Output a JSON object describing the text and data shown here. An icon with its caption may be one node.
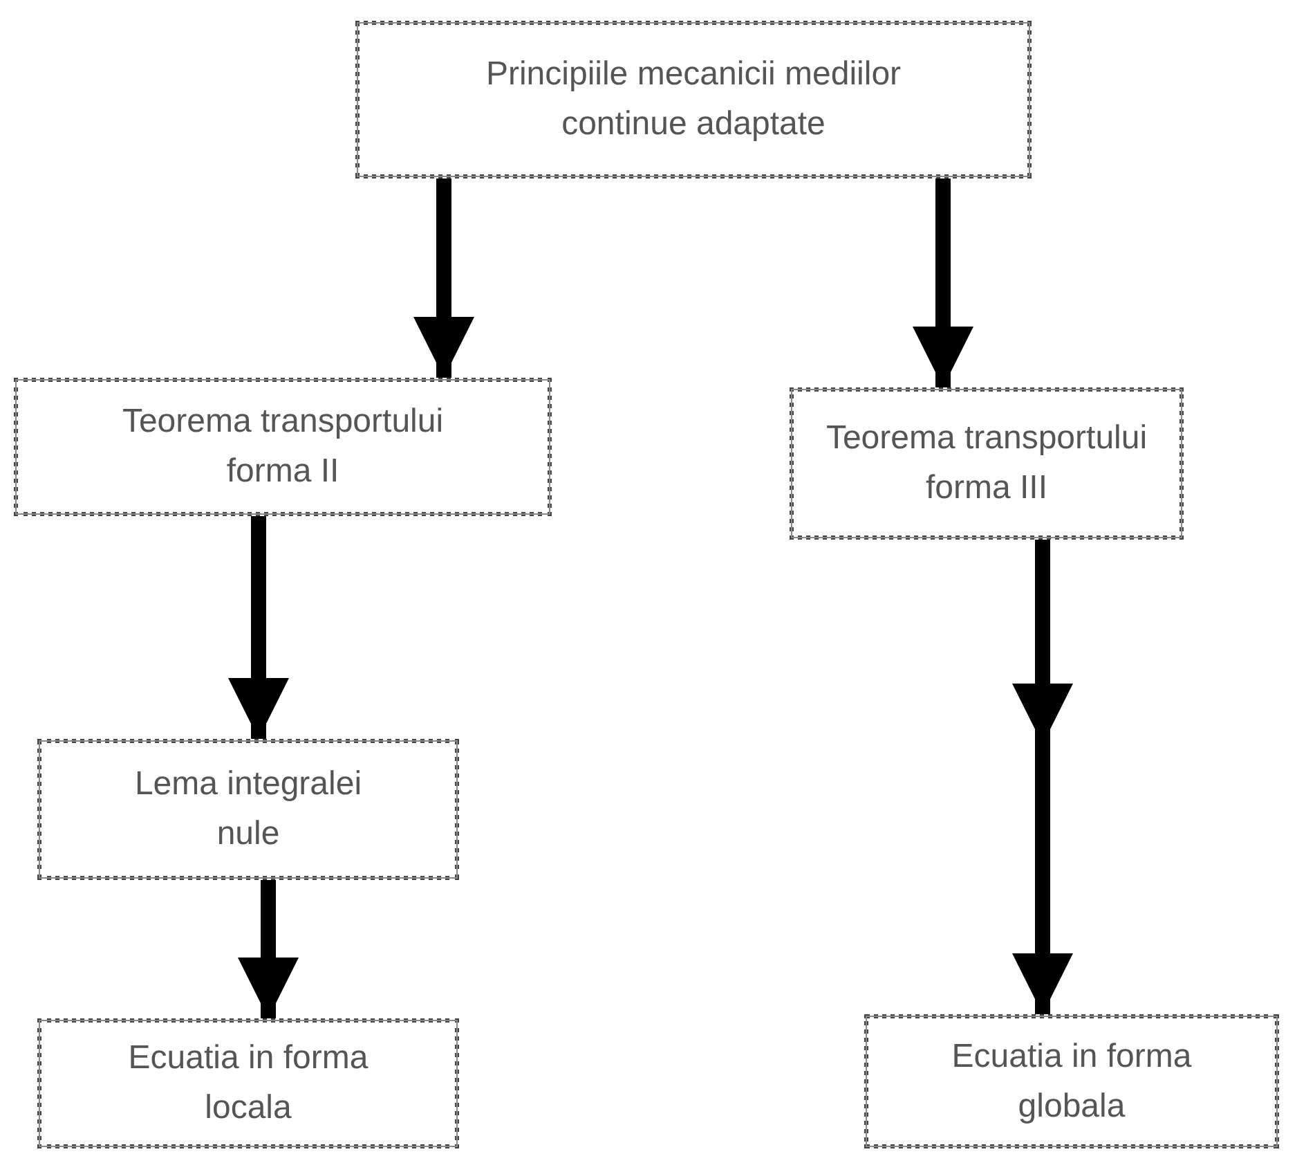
{
  "diagram": {
    "nodes": [
      {
        "text": [
          "Principiile mecanicii mediilor continue adaptate"
        ]
      },
      {
        "text": [
          "Teorema transportului forma II"
        ]
      },
      {
        "text": [
          "Teorema transportului forma III"
        ]
      },
      {
        "text": [
          "Lema integralei nule"
        ]
      },
      {
        "text": [
          "Ecuatia in forma locala"
        ]
      },
      {
        "text": [
          "Ecuatia in forma globala"
        ]
      }
    ],
    "edges": [
      {
        "from": 0,
        "to": 1,
        "arrow": "to"
      },
      {
        "from": 0,
        "to": 2,
        "arrow": "to"
      },
      {
        "from": 1,
        "to": 3,
        "arrow": "to"
      },
      {
        "from": 3,
        "to": 4,
        "arrow": "to"
      },
      {
        "from": 2,
        "to": 5,
        "arrow": "to"
      }
    ]
  }
}
